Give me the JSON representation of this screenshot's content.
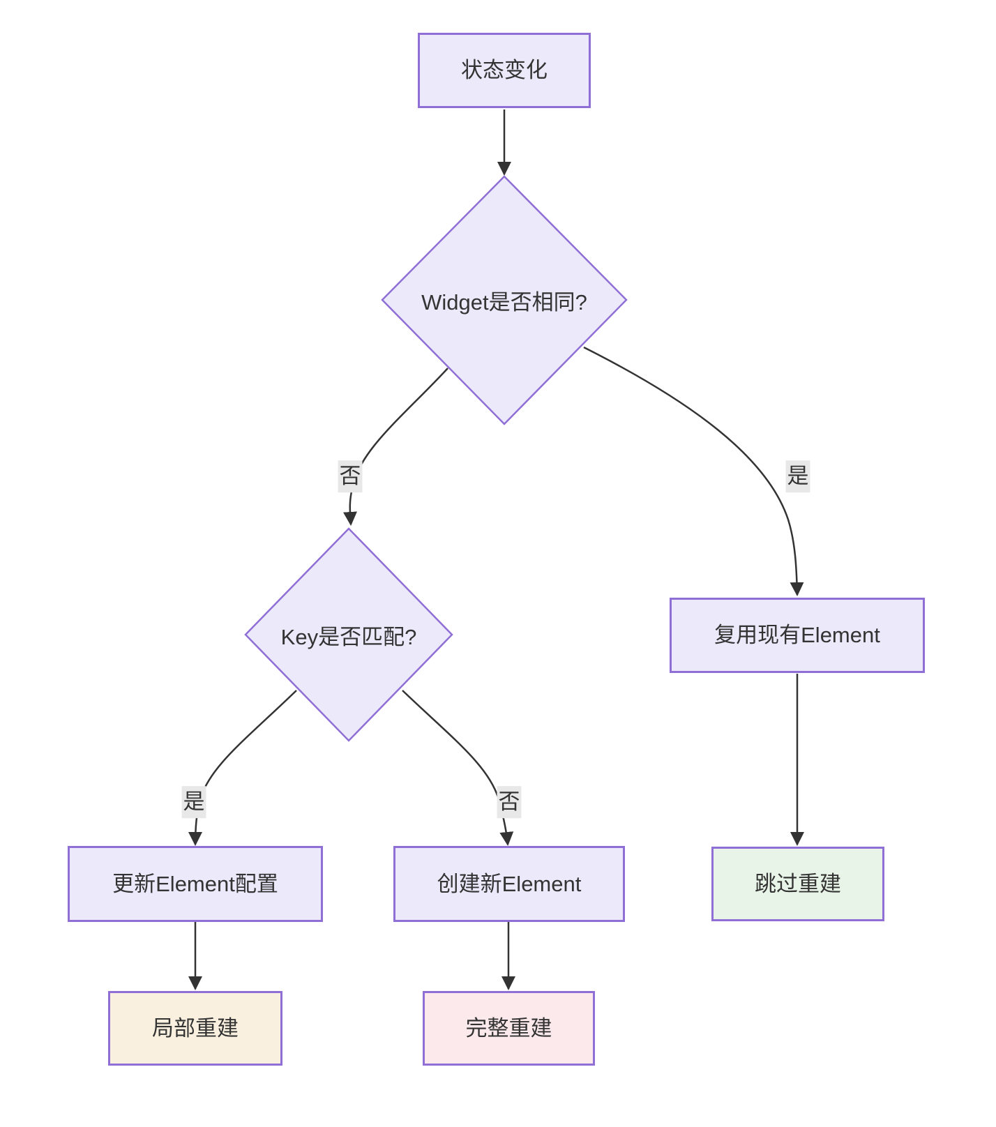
{
  "diagram": {
    "type": "flowchart-TD",
    "background": "#ffffff",
    "colors": {
      "node_fill": "#ebe9fa",
      "node_border": "#8f6fd6",
      "success_fill": "#e9f4e8",
      "warning_fill": "#faf0df",
      "danger_fill": "#fbe9ec",
      "edge_line": "#333333",
      "edge_label_bg": "#e8e8e8",
      "text": "#333333"
    },
    "nodes": {
      "state_change": {
        "label": "状态变化",
        "shape": "rect"
      },
      "widget_same": {
        "label": "Widget是否相同?",
        "shape": "diamond"
      },
      "key_match": {
        "label": "Key是否匹配?",
        "shape": "diamond"
      },
      "reuse_element": {
        "label": "复用现有Element",
        "shape": "rect"
      },
      "update_element": {
        "label": "更新Element配置",
        "shape": "rect"
      },
      "create_element": {
        "label": "创建新Element",
        "shape": "rect"
      },
      "skip_rebuild": {
        "label": "跳过重建",
        "shape": "rect"
      },
      "partial_rebuild": {
        "label": "局部重建",
        "shape": "rect"
      },
      "full_rebuild": {
        "label": "完整重建",
        "shape": "rect"
      }
    },
    "edges": [
      {
        "from": "state_change",
        "to": "widget_same",
        "label": ""
      },
      {
        "from": "widget_same",
        "to": "key_match",
        "label": "否"
      },
      {
        "from": "widget_same",
        "to": "reuse_element",
        "label": "是"
      },
      {
        "from": "key_match",
        "to": "update_element",
        "label": "是"
      },
      {
        "from": "key_match",
        "to": "create_element",
        "label": "否"
      },
      {
        "from": "reuse_element",
        "to": "skip_rebuild",
        "label": ""
      },
      {
        "from": "update_element",
        "to": "partial_rebuild",
        "label": ""
      },
      {
        "from": "create_element",
        "to": "full_rebuild",
        "label": ""
      }
    ]
  }
}
